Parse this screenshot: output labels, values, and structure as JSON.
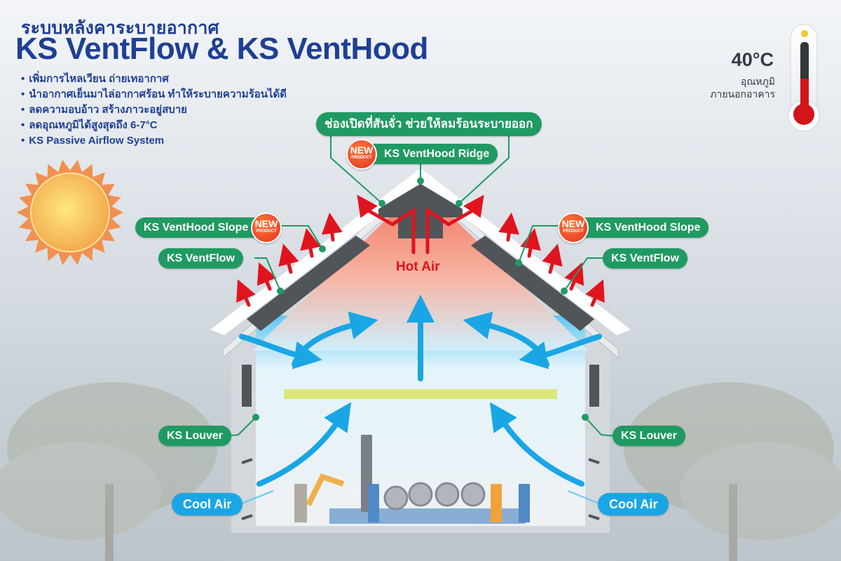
{
  "header": {
    "subtitle": "ระบบหลังคาระบายอากาศ",
    "title": "KS VentFlow & KS VentHood",
    "bullets": [
      "เพิ่มการไหลเวียน ถ่ายเทอากาศ",
      "นำอากาศเย็นมาไล่อากาศร้อน ทำให้ระบายความร้อนได้ดี",
      "ลดความอบอ้าว สร้างภาวะอยู่สบาย",
      "ลดอุณหภูมิได้สูงสุดถึง 6-7°C",
      "KS Passive Airflow System"
    ]
  },
  "thermometer": {
    "value": "40°C",
    "label_line1": "อุณหภูมิ",
    "label_line2": "ภายนอกอาคาร",
    "fill_fraction": 0.45
  },
  "callouts": {
    "ridge_opening": "ช่องเปิดที่สันจั่ว ช่วยให้ลมร้อนระบายออก",
    "ridge": "KS VentHood Ridge",
    "slope_left": "KS VentHood Slope",
    "slope_right": "KS VentHood Slope",
    "ventflow_left": "KS VentFlow",
    "ventflow_right": "KS VentFlow",
    "louver_left": "KS Louver",
    "louver_right": "KS Louver",
    "cool_air_left": "Cool Air",
    "cool_air_right": "Cool Air",
    "hot_air": "Hot Air"
  },
  "badge": {
    "top": "NEW",
    "bottom": "PRODUCT"
  },
  "colors": {
    "title_blue": "#1f3f95",
    "pill_green": "#1f9a62",
    "cool_blue": "#1aa6e4",
    "hot_red": "#e0141e",
    "badge_red": "#e1301f"
  }
}
